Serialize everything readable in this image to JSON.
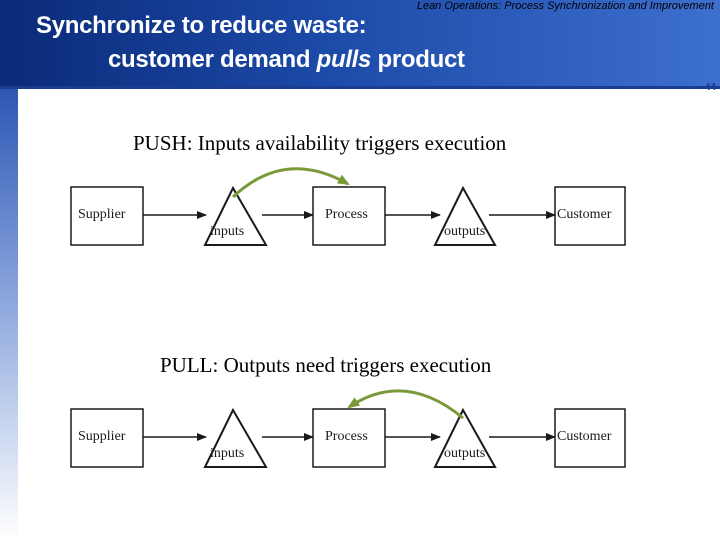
{
  "header": {
    "course": "Lean Operations:  Process Synchronization and Improvement",
    "title_line1": "Synchronize to reduce waste:",
    "title_line2_pre": "customer demand ",
    "title_line2_em": "pulls",
    "title_line2_post": " product",
    "page_number": "44"
  },
  "push": {
    "caption": "PUSH: Inputs availability triggers execution",
    "supplier": "Supplier",
    "inputs": "inputs",
    "process": "Process",
    "outputs": "outputs",
    "customer": "Customer"
  },
  "pull": {
    "caption": "PULL: Outputs need triggers execution",
    "supplier": "Supplier",
    "inputs": "inputs",
    "process": "Process",
    "outputs": "outputs",
    "customer": "Customer"
  },
  "colors": {
    "trigger_arrow": "#7a9a3a",
    "header_dark": "#0b2a78"
  }
}
